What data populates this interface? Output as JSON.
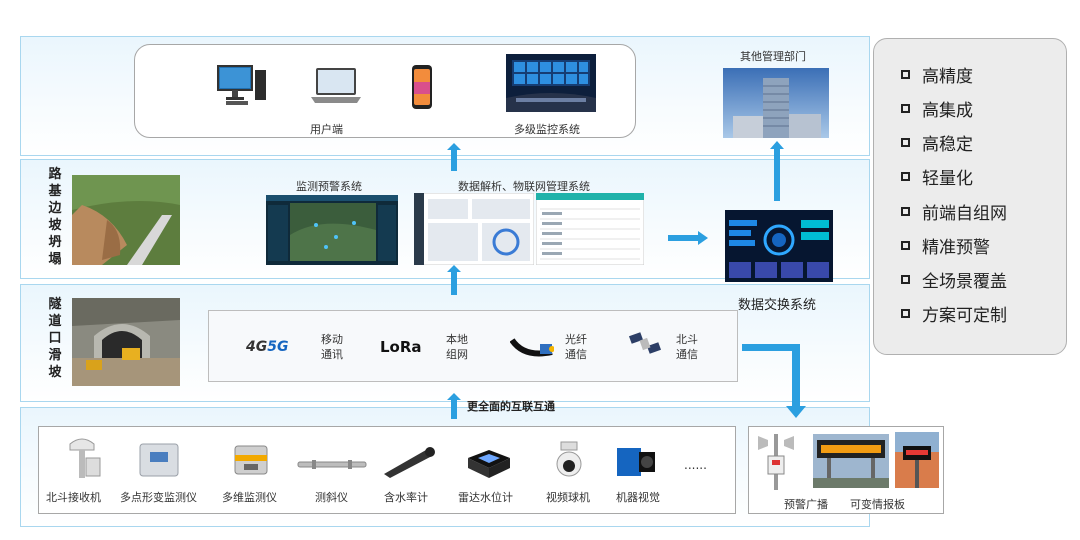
{
  "top": {
    "user_terminal_label": "用户端",
    "monitor_system_label": "多级监控系统",
    "other_dept_label": "其他管理部门"
  },
  "side_labels": {
    "roadbed": "路基边坡坍塌",
    "tunnel": "隧道口滑坡"
  },
  "platform": {
    "warning_system_label": "监测预警系统",
    "data_parse_label": "数据解析、物联网管理系统",
    "exchange_label": "数据交换系统"
  },
  "comms": {
    "items": [
      {
        "logo": "4G 5G",
        "label": "移动\n通讯"
      },
      {
        "logo": "LoRa",
        "label": "本地\n组网"
      },
      {
        "logo": "fiber-icon",
        "label": "光纤\n通信"
      },
      {
        "logo": "satellite-icon",
        "label": "北斗\n通信"
      }
    ]
  },
  "link_label": "更全面的互联互通",
  "devices": [
    {
      "label": "北斗接收机",
      "icon": "gnss-receiver-icon"
    },
    {
      "label": "多点形变监测仪",
      "icon": "deformation-monitor-icon"
    },
    {
      "label": "多维监测仪",
      "icon": "multi-dim-monitor-icon"
    },
    {
      "label": "测斜仪",
      "icon": "inclinometer-icon"
    },
    {
      "label": "含水率计",
      "icon": "moisture-meter-icon"
    },
    {
      "label": "雷达水位计",
      "icon": "radar-level-icon"
    },
    {
      "label": "视频球机",
      "icon": "dome-camera-icon"
    },
    {
      "label": "机器视觉",
      "icon": "machine-vision-icon"
    }
  ],
  "devices_more": "......",
  "outputs": {
    "broadcast_label": "预警广播",
    "sign_label": "可变情报板"
  },
  "features": [
    "高精度",
    "高集成",
    "高稳定",
    "轻量化",
    "前端自组网",
    "精准预警",
    "全场景覆盖",
    "方案可定制"
  ],
  "colors": {
    "band_border": "#a9d7ef",
    "arrow": "#2b9fe0",
    "panel_border": "#a7a7a7"
  }
}
